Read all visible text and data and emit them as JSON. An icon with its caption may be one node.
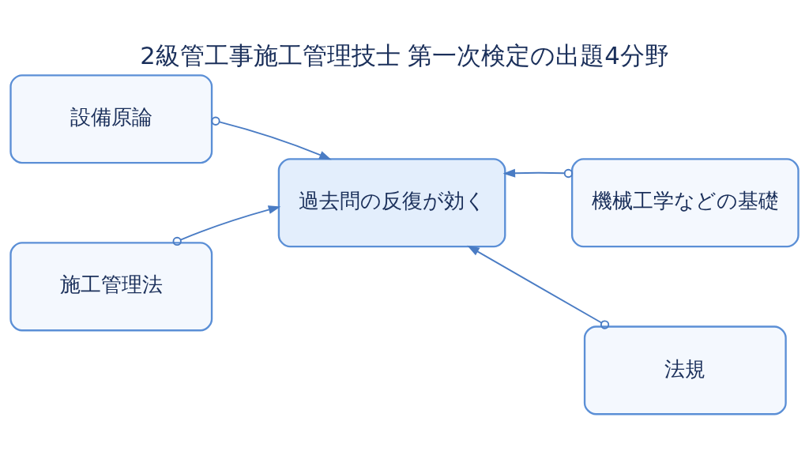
{
  "diagram": {
    "title": "2級管工事施工管理技士 第一次検定の出題4分野",
    "nodes": [
      {
        "text": [
          "設備原論"
        ]
      },
      {
        "text": [
          "機械工学などの基礎"
        ]
      },
      {
        "text": [
          "過去問の反復が効く"
        ]
      },
      {
        "text": [
          "施工管理法"
        ]
      },
      {
        "text": [
          "法規"
        ]
      }
    ],
    "edges": [
      {
        "from": 0,
        "to": 2,
        "arrow": "to"
      },
      {
        "from": 1,
        "to": 2,
        "arrow": "to"
      },
      {
        "from": 3,
        "to": 2,
        "arrow": "to"
      },
      {
        "from": 4,
        "to": 2,
        "arrow": "to"
      }
    ]
  }
}
